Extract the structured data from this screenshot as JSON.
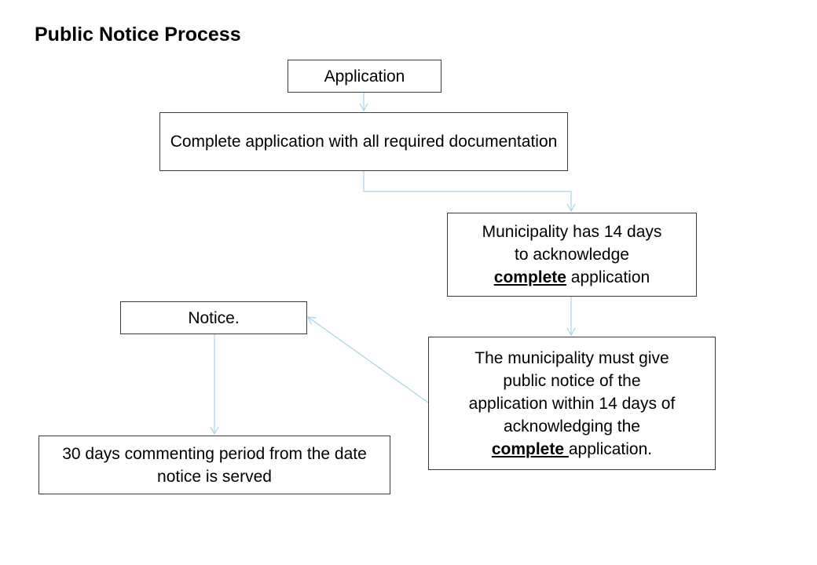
{
  "title": "Public Notice Process",
  "nodes": {
    "application": {
      "text": "Application"
    },
    "complete_application": {
      "text": "Complete application with all required documentation"
    },
    "municipality_14_days": {
      "line1": "Municipality has 14 days",
      "line2": "to acknowledge",
      "emphasis": "complete",
      "tail": " application"
    },
    "notice": {
      "text": "Notice."
    },
    "public_notice": {
      "line1": "The municipality must give",
      "line2": "public notice of the",
      "line3": "application within 14 days of",
      "line4": "acknowledging the",
      "emphasis": "complete ",
      "tail": "application."
    },
    "commenting_period": {
      "text": "30 days commenting period from the date notice is served"
    }
  },
  "colors": {
    "connector": "#a8d4e6",
    "box_border": "#3a3a3a"
  }
}
